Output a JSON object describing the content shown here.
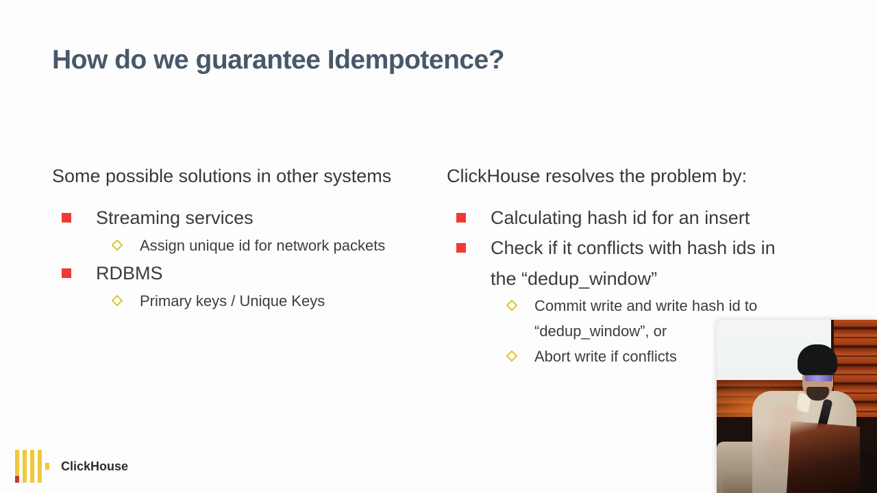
{
  "slide": {
    "title": "How do we guarantee Idempotence?",
    "columns": {
      "left": {
        "header": "Some possible solutions in other systems",
        "items": [
          {
            "level": 1,
            "text": "Streaming services"
          },
          {
            "level": 2,
            "text": "Assign unique id for network packets"
          },
          {
            "level": 1,
            "text": "RDBMS"
          },
          {
            "level": 2,
            "text": "Primary keys / Unique Keys"
          }
        ]
      },
      "right": {
        "header": "ClickHouse resolves the problem by:",
        "items": [
          {
            "level": 1,
            "text": "Calculating hash id for an insert"
          },
          {
            "level": 1,
            "text": "Check if it conflicts with hash ids in\nthe “dedup_window”"
          },
          {
            "level": 2,
            "text": "Commit write and write hash id to\n“dedup_window”, or"
          },
          {
            "level": 2,
            "text": "Abort write if conflicts"
          }
        ]
      }
    }
  },
  "footer": {
    "logo_text": "ClickHouse"
  },
  "webcam": {
    "description": "presenter wearing black beanie and glasses, holding microphone behind a laptop, wooden wall with orange lighting"
  },
  "colors": {
    "title": "#47586a",
    "body_text": "#393c3e",
    "bullet_red": "#ee3b33",
    "diamond_yellow": "#d9c43f",
    "logo_yellow": "#f0c83c",
    "logo_red": "#c23a2e",
    "slide_background": "#fdfdfd"
  }
}
